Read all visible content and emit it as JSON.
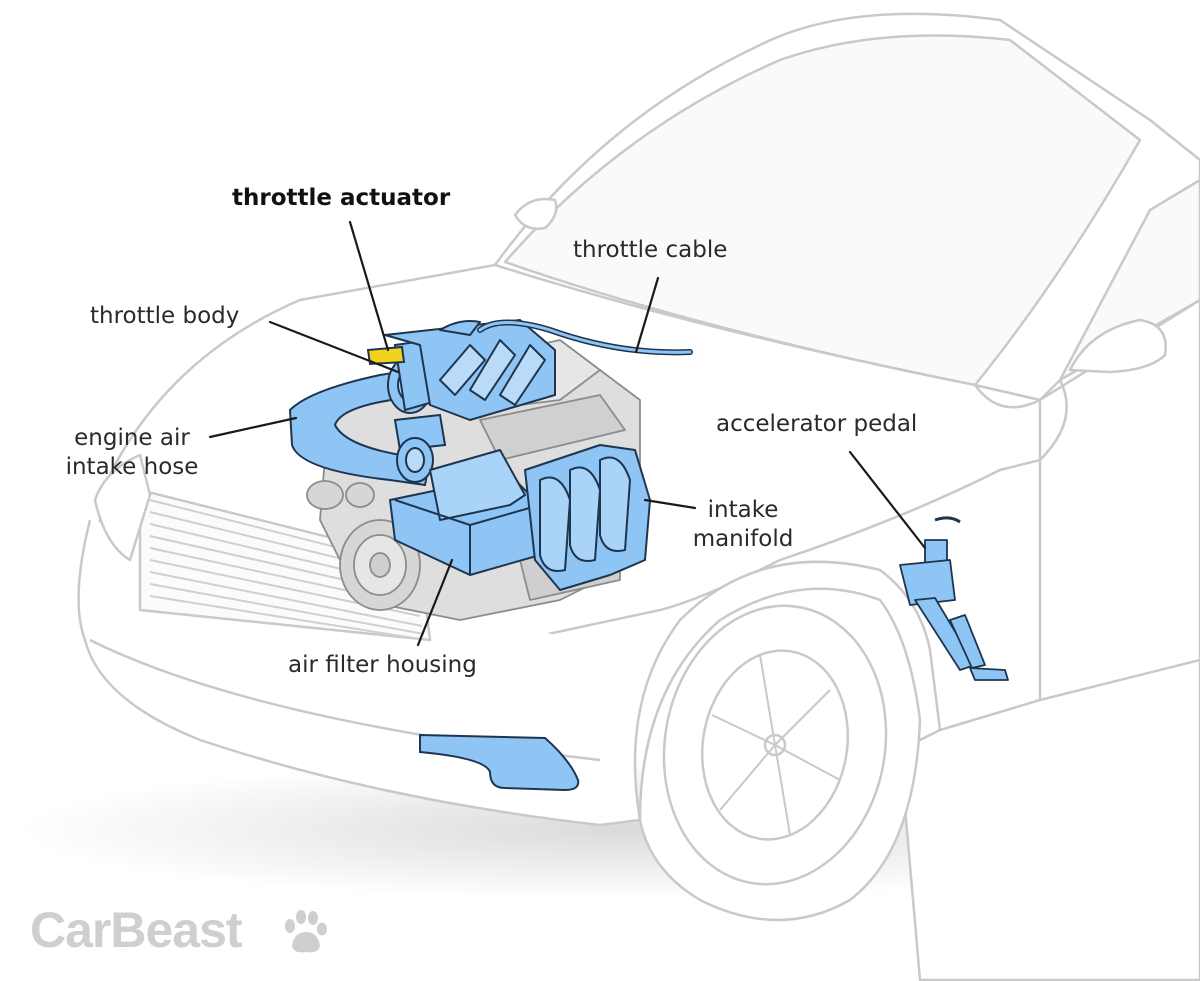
{
  "labels": {
    "throttle_actuator": "throttle actuator",
    "throttle_cable": "throttle cable",
    "throttle_body": "throttle body",
    "engine_air_intake_hose_line1": "engine air",
    "engine_air_intake_hose_line2": "intake hose",
    "accelerator_pedal": "accelerator pedal",
    "intake_manifold_line1": "intake",
    "intake_manifold_line2": "manifold",
    "air_filter_housing": "air filter housing"
  },
  "brand": {
    "name": "CarBeast",
    "logo_icon": "paw-print-icon"
  },
  "colors": {
    "highlight_blue": "#8ec5f4",
    "highlight_stroke": "#1e3550",
    "actuator_yellow": "#f2d21b",
    "car_outline": "#c9c9c9",
    "engine_gray": "#d9d9d9",
    "label_text": "#2a2a2a",
    "logo_gray": "#cfcfcf"
  }
}
